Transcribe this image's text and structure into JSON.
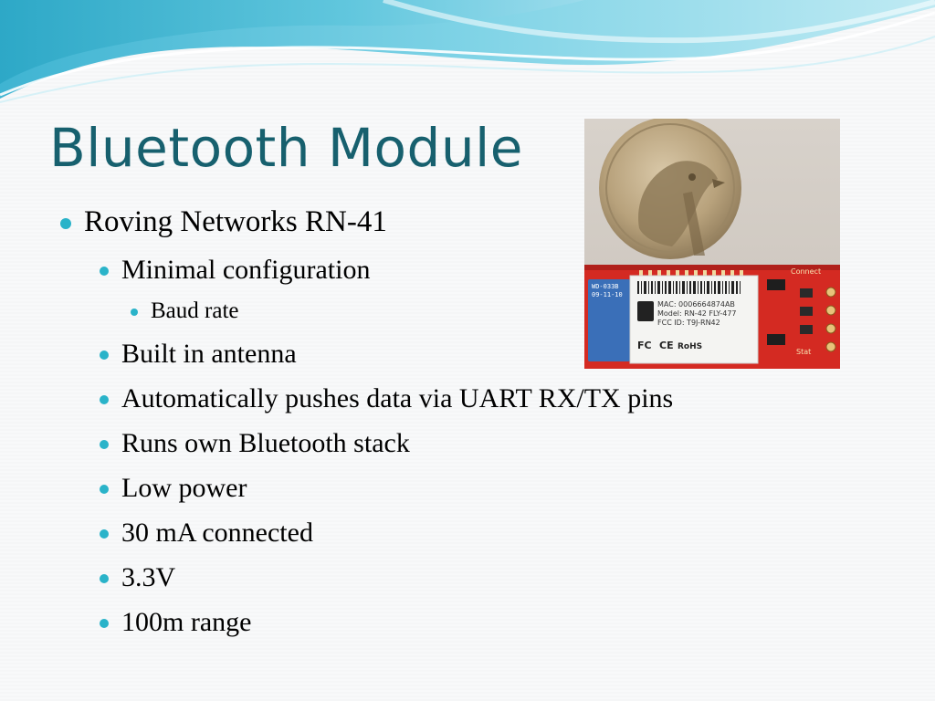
{
  "slide": {
    "title": "Bluetooth Module",
    "bullets": [
      "Roving Networks RN-41",
      "Minimal configuration",
      "Baud rate",
      "Built in antenna",
      "Automatically pushes data via UART RX/TX pins",
      "Runs own Bluetooth stack",
      "Low power",
      "30 mA connected",
      "3.3V",
      "100m range"
    ]
  },
  "photo": {
    "module_label_lines": [
      "MAC: 0006664874AB",
      "Model: RN-42 FLY-477",
      "FCC ID: T9J-RN42"
    ],
    "cert_marks": [
      "FC",
      "CE",
      "RoHS"
    ],
    "board_code": [
      "WD-033B",
      "09-11-10"
    ],
    "board_silkscreen": [
      "Connect",
      "Stat"
    ]
  },
  "colors": {
    "title": "#17606e",
    "bullet_marker": "#2ab3c9",
    "wave_light": "#bfe9f2",
    "wave_mid": "#5fc6dd",
    "wave_dark": "#2aa6c5",
    "pcb": "#d42a22"
  }
}
